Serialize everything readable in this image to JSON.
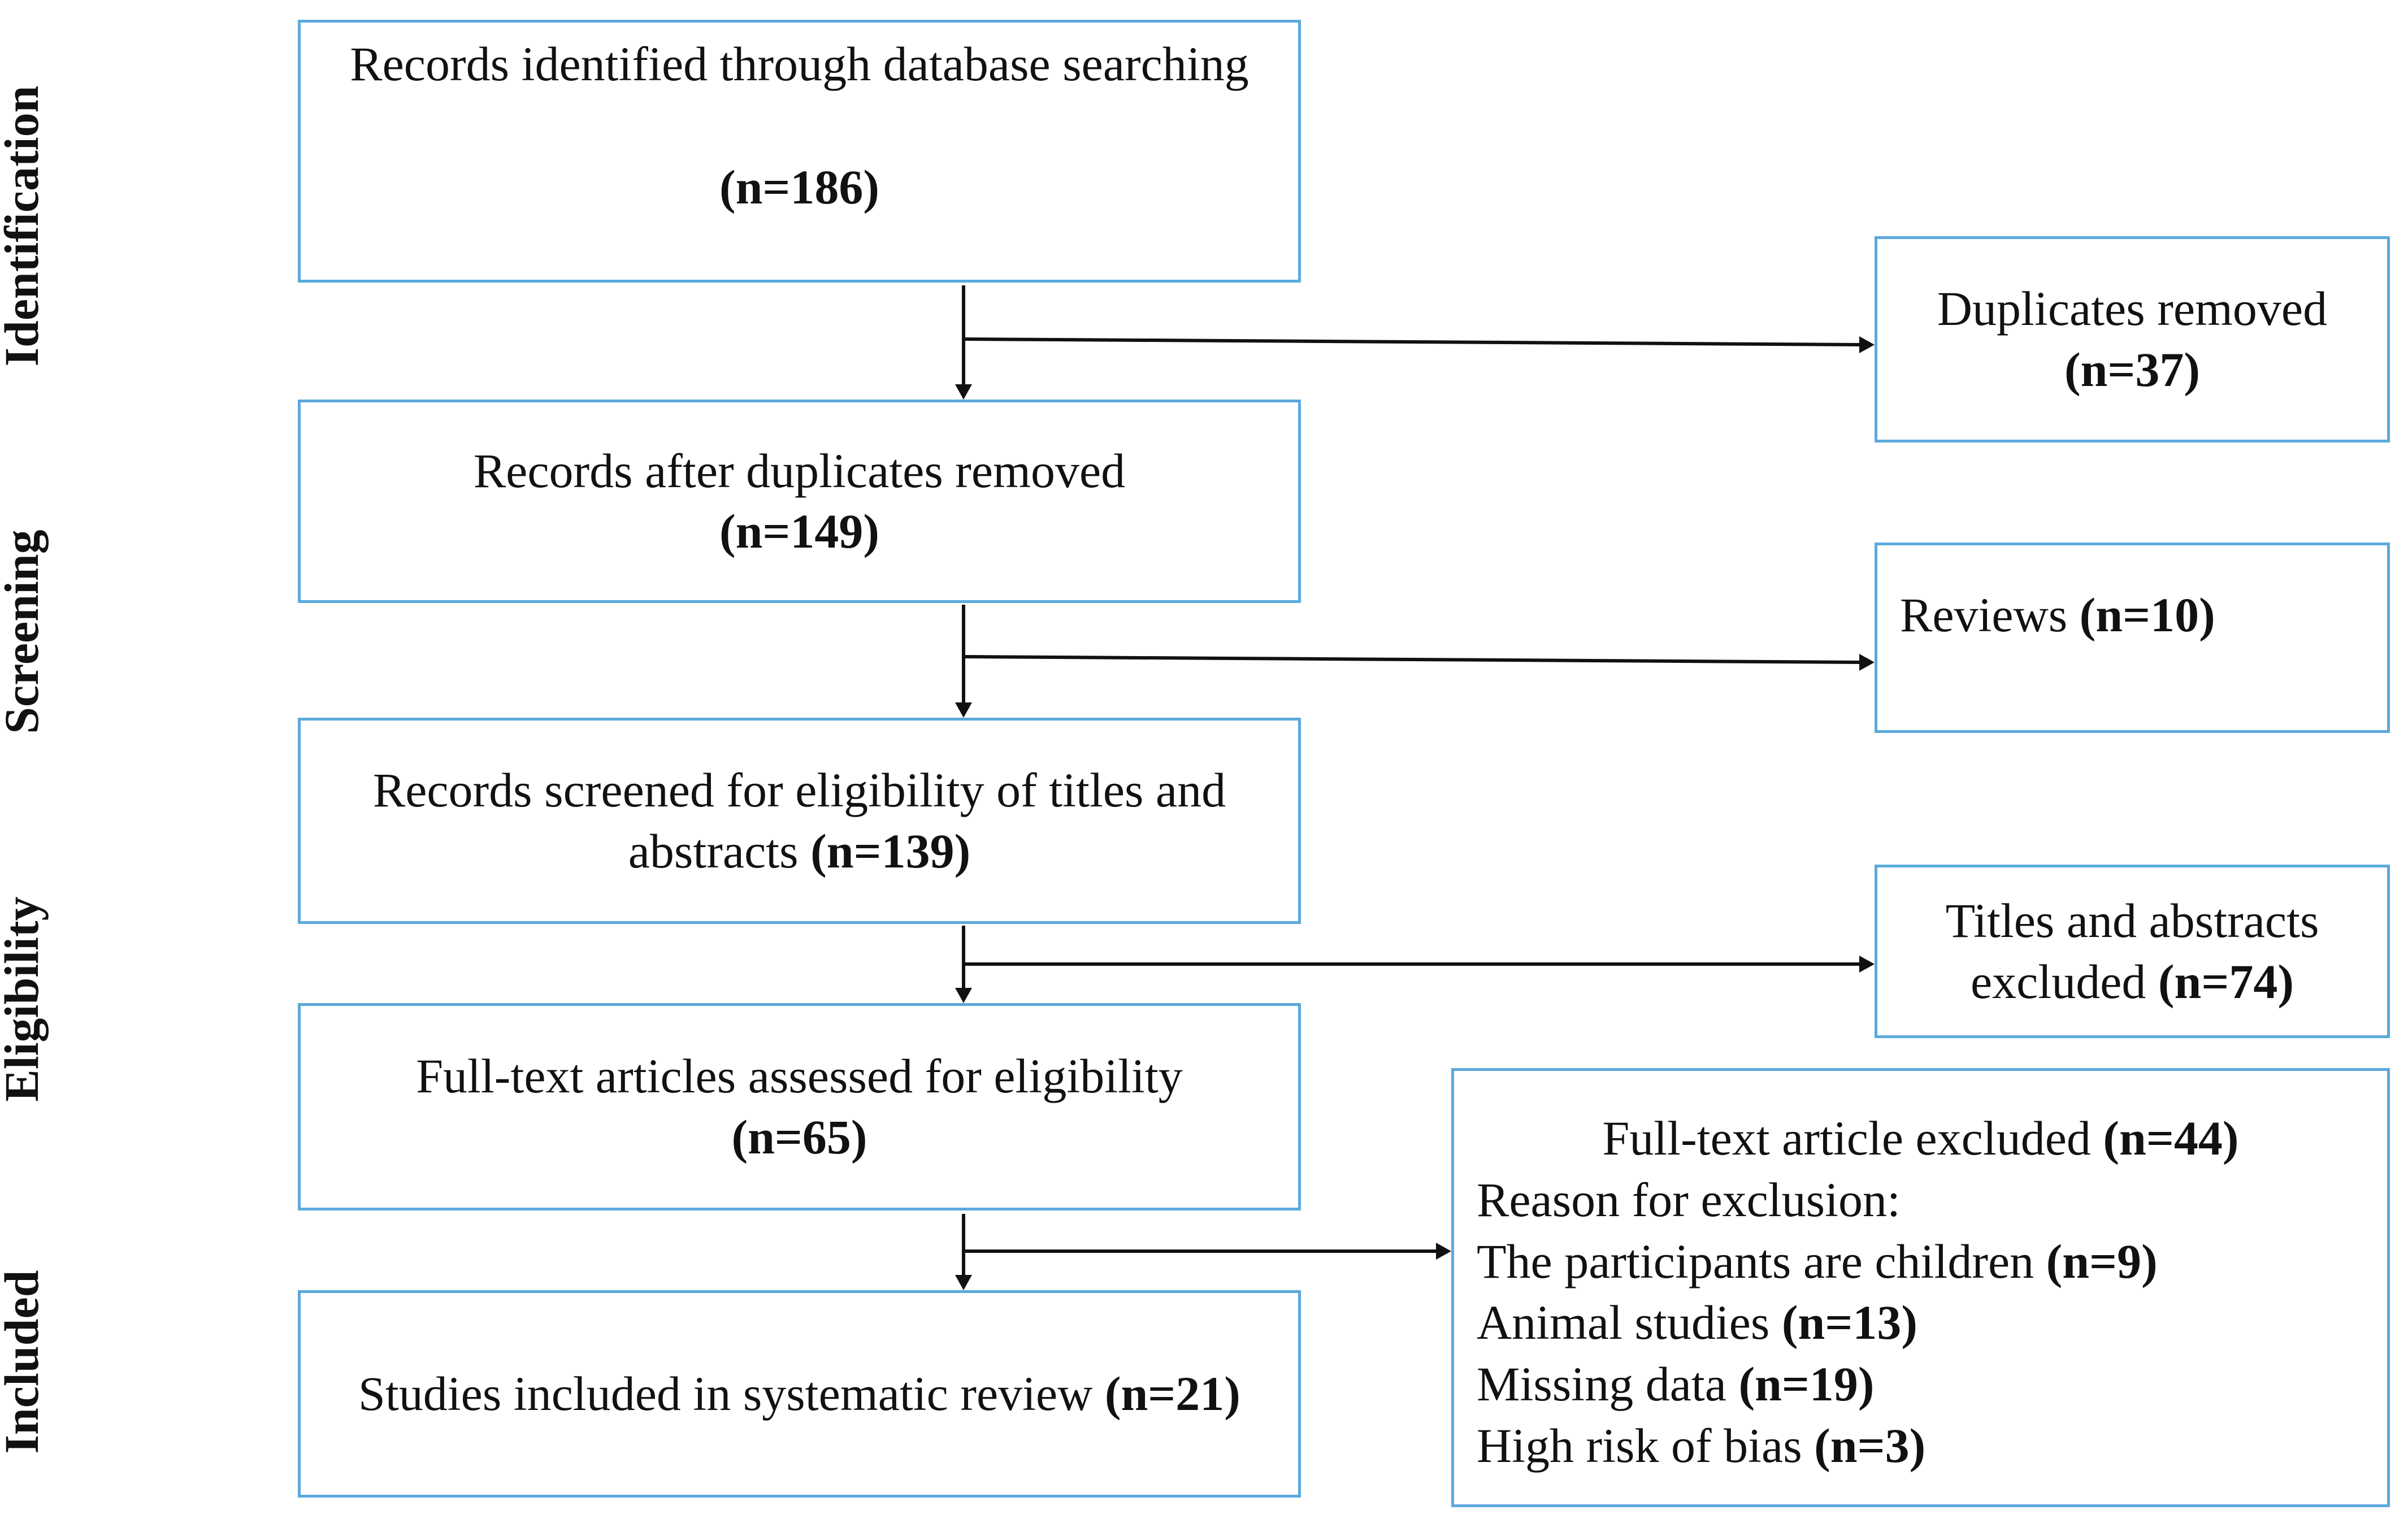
{
  "stages": {
    "identification": "Identification",
    "screening": "Screening",
    "eligibility": "Eligibility",
    "included": "Included"
  },
  "main": {
    "identified": {
      "text": "Records identified through database searching",
      "count": "(n=186)"
    },
    "after_duplicates": {
      "text": "Records after duplicates removed",
      "count": "(n=149)"
    },
    "screened": {
      "text_line1": "Records screened for eligibility of titles and",
      "text_line2": "abstracts",
      "count": "(n=139)"
    },
    "fulltext": {
      "text": "Full-text articles assessed for eligibility",
      "count": "(n=65)"
    },
    "included": {
      "text": "Studies included in systematic review",
      "count": "(n=21)"
    }
  },
  "side": {
    "duplicates": {
      "text": "Duplicates removed",
      "count": "(n=37)"
    },
    "reviews": {
      "text": "Reviews",
      "count": "(n=10)"
    },
    "titles_excluded": {
      "text_line1": "Titles and abstracts",
      "text_line2": "excluded",
      "count": "(n=74)"
    },
    "fulltext_excluded": {
      "heading": "Full-text article excluded",
      "heading_count": "(n=44)",
      "reason_label": "Reason for exclusion:",
      "reasons": [
        {
          "text": "The participants are children",
          "count": "(n=9)"
        },
        {
          "text": "Animal studies",
          "count": "(n=13)"
        },
        {
          "text": "Missing data",
          "count": "(n=19)"
        },
        {
          "text": "High risk of bias",
          "count": "(n=3)"
        }
      ]
    }
  },
  "colors": {
    "stage_fill": "#4a8fd0",
    "box_border": "#5aa9dc",
    "arrow": "#111111"
  }
}
